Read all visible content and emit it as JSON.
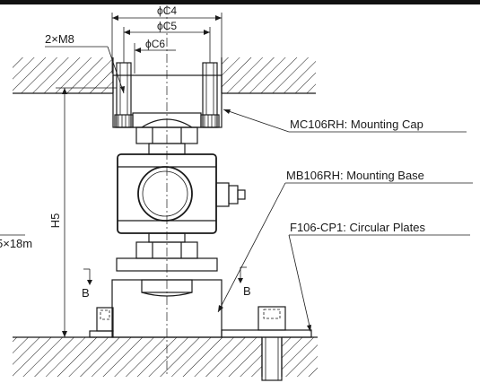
{
  "dimensions": {
    "c4": "ϕC4",
    "c5": "ϕC5",
    "c6": "ϕC6",
    "thread": "2×M8",
    "h5": "H5",
    "section_left": "B",
    "section_right": "B",
    "partial_label_top": "-",
    "partial_label_bottom": "5×18m"
  },
  "callouts": {
    "mounting_cap": "MC106RH: Mounting Cap",
    "mounting_base": "MB106RH: Mounting Base",
    "circular_plates": "F106-CP1: Circular Plates"
  }
}
